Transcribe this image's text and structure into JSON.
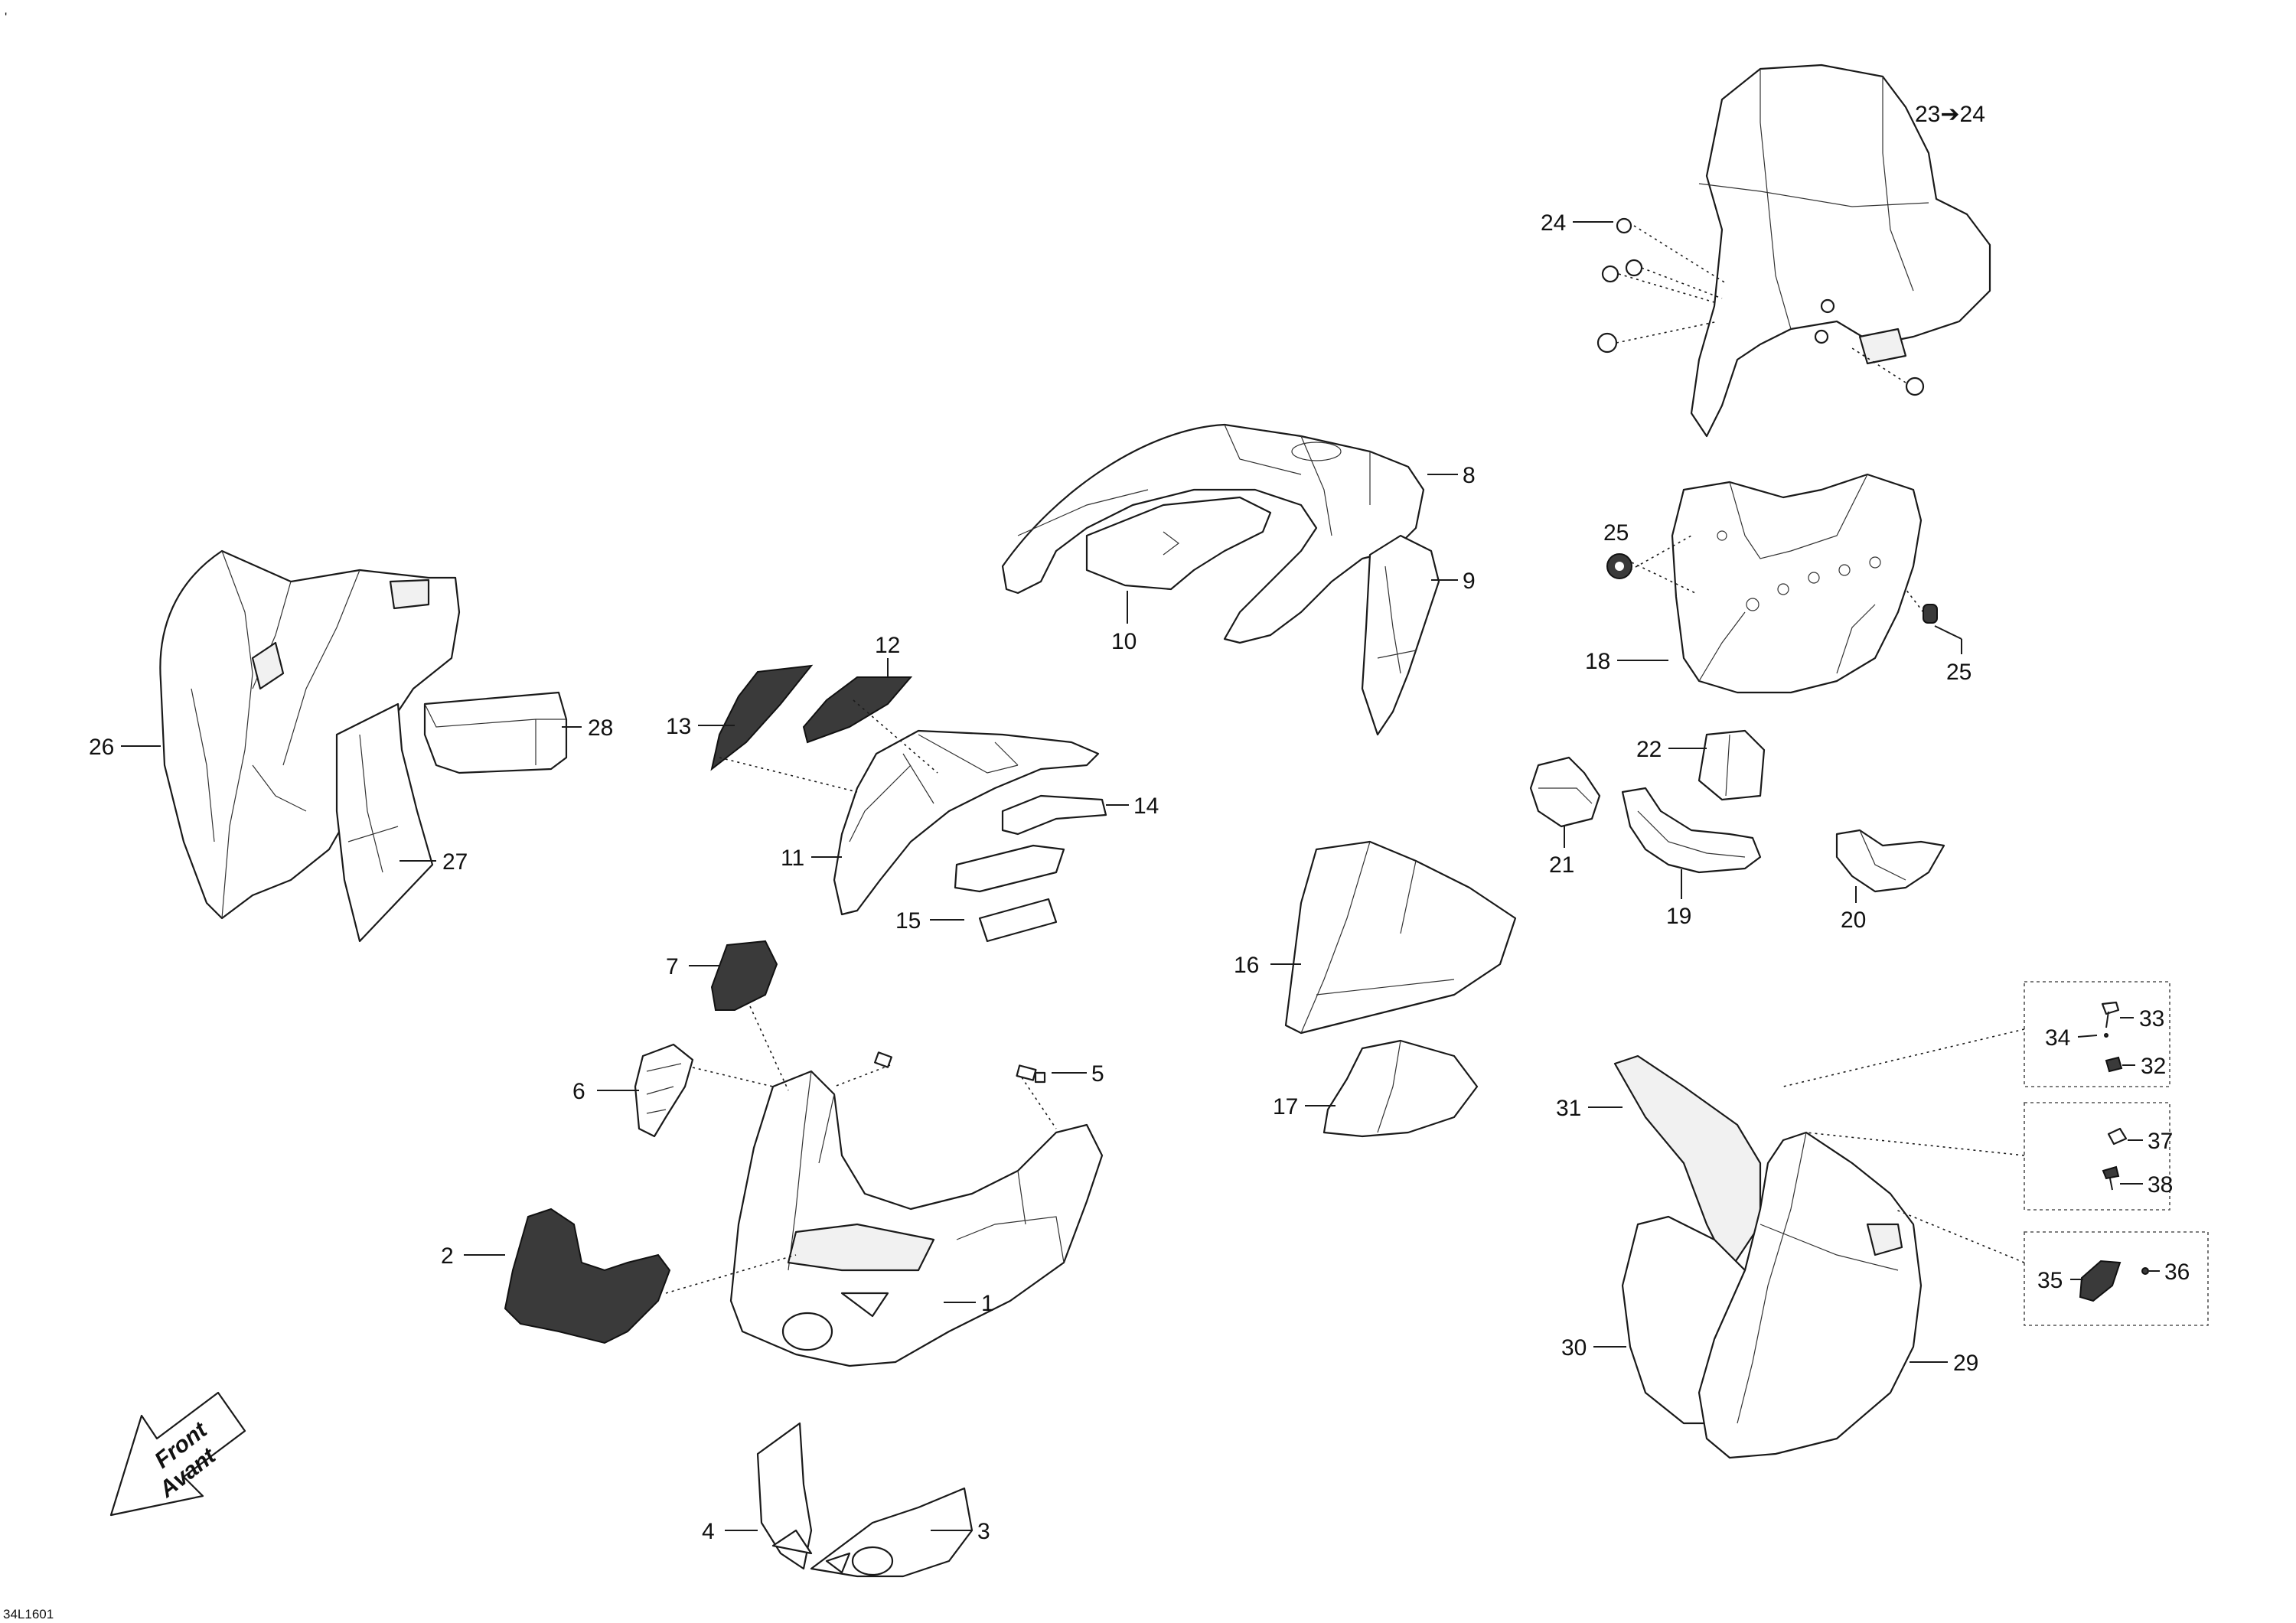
{
  "drawing_code": "34L1601",
  "corner_mark": "'",
  "front_arrow": {
    "line1": "Front",
    "line2": "Avant"
  },
  "callouts": [
    {
      "id": "c1",
      "label": "1"
    },
    {
      "id": "c2",
      "label": "2"
    },
    {
      "id": "c3",
      "label": "3"
    },
    {
      "id": "c4",
      "label": "4"
    },
    {
      "id": "c5",
      "label": "5"
    },
    {
      "id": "c6",
      "label": "6"
    },
    {
      "id": "c7",
      "label": "7"
    },
    {
      "id": "c8",
      "label": "8"
    },
    {
      "id": "c9",
      "label": "9"
    },
    {
      "id": "c10",
      "label": "10"
    },
    {
      "id": "c11",
      "label": "11"
    },
    {
      "id": "c12",
      "label": "12"
    },
    {
      "id": "c13",
      "label": "13"
    },
    {
      "id": "c14",
      "label": "14"
    },
    {
      "id": "c15",
      "label": "15"
    },
    {
      "id": "c16",
      "label": "16"
    },
    {
      "id": "c17",
      "label": "17"
    },
    {
      "id": "c18",
      "label": "18"
    },
    {
      "id": "c19",
      "label": "19"
    },
    {
      "id": "c20",
      "label": "20"
    },
    {
      "id": "c21",
      "label": "21"
    },
    {
      "id": "c22",
      "label": "22"
    },
    {
      "id": "c23",
      "label": "23➔24"
    },
    {
      "id": "c24",
      "label": "24"
    },
    {
      "id": "c25a",
      "label": "25"
    },
    {
      "id": "c25b",
      "label": "25"
    },
    {
      "id": "c26",
      "label": "26"
    },
    {
      "id": "c27",
      "label": "27"
    },
    {
      "id": "c28",
      "label": "28"
    },
    {
      "id": "c29",
      "label": "29"
    },
    {
      "id": "c30",
      "label": "30"
    },
    {
      "id": "c31",
      "label": "31"
    },
    {
      "id": "c32",
      "label": "32"
    },
    {
      "id": "c33",
      "label": "33"
    },
    {
      "id": "c34",
      "label": "34"
    },
    {
      "id": "c35",
      "label": "35"
    },
    {
      "id": "c36",
      "label": "36"
    },
    {
      "id": "c37",
      "label": "37"
    },
    {
      "id": "c38",
      "label": "38"
    }
  ]
}
